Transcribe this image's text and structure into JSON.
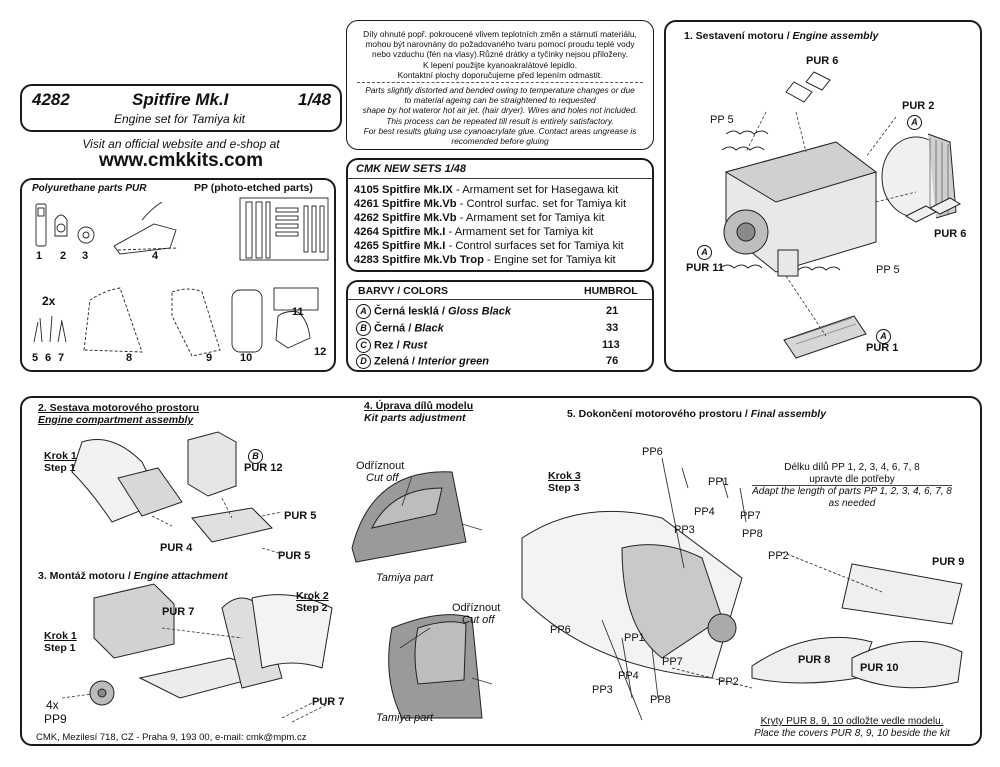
{
  "header": {
    "kit_number": "4282",
    "title": "Spitfire Mk.I",
    "scale": "1/48",
    "subtitle": "Engine set for Tamiya kit",
    "visit_text": "Visit an official website and e-shop at",
    "website": "www.cmkkits.com"
  },
  "notice": {
    "czech": [
      "Díly ohnuté popř. pokroucené vlivem teplotních změn a stárnutí materiálu,",
      "mohou být narovnány do požadovaného tvaru pomocí proudu teplé vody",
      "nebo vzduchu (fén na vlasy).Různé drátky a tyčinky nejsou přiloženy.",
      "K lepení použijte kyanoakralátové lepidlo.",
      "Kontaktní plochy doporučujeme před lepením odmastit."
    ],
    "english": [
      "Parts slightly distorted and bended owing to temperature changes or due",
      "to material ageing can be straightened to requested",
      "shape by hot wateror hot air jet. (hair dryer). Wires and holes not included.",
      "This process can be repeated till result is entirely satisfactory.",
      "For best results gluing use cyanoacrylate glue. Contact areas ungrease is",
      "recomended before gluing"
    ]
  },
  "new_sets": {
    "title": "CMK NEW SETS 1/48",
    "items": [
      {
        "code": "4105 Spitfire Mk.IX",
        "desc": " - Armament set for Hasegawa kit"
      },
      {
        "code": "4261 Spitfire Mk.Vb",
        "desc": " - Control surfac. set for Tamiya kit"
      },
      {
        "code": "4262 Spitfire Mk.Vb",
        "desc": " - Armament set for Tamiya kit"
      },
      {
        "code": "4264 Spitfire Mk.I",
        "desc": " - Armament set for Tamiya kit"
      },
      {
        "code": "4265 Spitfire Mk.I",
        "desc": " - Control surfaces set for Tamiya kit"
      },
      {
        "code": "4283 Spitfire Mk.Vb Trop",
        "desc": " - Engine set for Tamiya kit"
      }
    ]
  },
  "colors": {
    "title": "BARVY / COLORS",
    "humbrol_label": "HUMBROL",
    "items": [
      {
        "letter": "A",
        "cz": "Černá lesklá",
        "en": "Gloss Black",
        "code": "21"
      },
      {
        "letter": "B",
        "cz": "Černá",
        "en": "Black",
        "code": "33"
      },
      {
        "letter": "C",
        "cz": "Rez ",
        "en": "Rust",
        "code": "113"
      },
      {
        "letter": "D",
        "cz": "Zelená",
        "en": "Interior green",
        "code": "76"
      }
    ]
  },
  "parts": {
    "pur_title": "Polyurethane parts PUR",
    "pp_title": "PP (photo-etched parts)",
    "multiplier": "2x",
    "numbers": [
      "1",
      "2",
      "3",
      "4",
      "5",
      "6",
      "7",
      "8",
      "9",
      "10",
      "11",
      "12"
    ]
  },
  "engine_assembly": {
    "title_cz": "1. Sestavení motoru / ",
    "title_en": "Engine assembly",
    "labels": {
      "pur6_top": "PUR 6",
      "pur2": "PUR 2",
      "pp5_top": "PP 5",
      "pur6_right": "PUR 6",
      "pur11": "PUR 11",
      "pp5_bottom": "PP 5",
      "pur1": "PUR 1"
    },
    "markers": [
      "A",
      "A",
      "A"
    ]
  },
  "compartment": {
    "title_cz": "2. Sestava motorového prostoru",
    "title_en": "Engine compartment assembly",
    "step_cz": "Krok 1",
    "step_en": "Step 1",
    "marker": "B",
    "labels": {
      "pur12": "PUR 12",
      "pur5a": "PUR 5",
      "pur4": "PUR 4",
      "pur5b": "PUR 5"
    }
  },
  "adjust": {
    "title_cz": "4. Úprava dílů modelu",
    "title_en": "Kit parts adjustment",
    "cut_cz": "Odříznout",
    "cut_en": "Cut off",
    "tamiya": "Tamiya part"
  },
  "attachment": {
    "title_cz": "3. Montáž motoru / ",
    "title_en": "Engine attachment",
    "step1_cz": "Krok 1",
    "step1_en": "Step 1",
    "step2_cz": "Krok 2",
    "step2_en": "Step 2",
    "pur7a": "PUR 7",
    "pur7b": "PUR 7",
    "qty": "4x",
    "pp9": "PP9"
  },
  "final": {
    "title_cz": "5. Dokončení motorového prostoru / ",
    "title_en": "Final assembly",
    "step_cz": "Krok 3",
    "step_en": "Step 3",
    "note_cz": [
      "Délku dílů PP 1, 2, 3, 4, 6, 7, 8",
      "upravte dle potřeby"
    ],
    "note_en": [
      "Adapt the length of parts PP 1, 2, 3, 4, 6, 7, 8",
      "as needed"
    ],
    "labels": {
      "pp6a": "PP6",
      "pp1a": "PP1",
      "pp4a": "PP4",
      "pp7a": "PP7",
      "pp3a": "PP3",
      "pp8a": "PP8",
      "pp2a": "PP2",
      "pp6b": "PP6",
      "pp1b": "PP1",
      "pp7b": "PP7",
      "pp4b": "PP4",
      "pp3b": "PP3",
      "pp8b": "PP8",
      "pp2b": "PP2",
      "pur9": "PUR 9",
      "pur8": "PUR 8",
      "pur10": "PUR 10"
    },
    "covers_cz": "Kryty PUR 8, 9, 10 odložte vedle modelu.",
    "covers_en": "Place the covers PUR 8, 9, 10 beside the kit"
  },
  "footer": "CMK, Mezilesí 718, CZ - Praha 9, 193 00, e-mail: cmk@mpm.cz"
}
